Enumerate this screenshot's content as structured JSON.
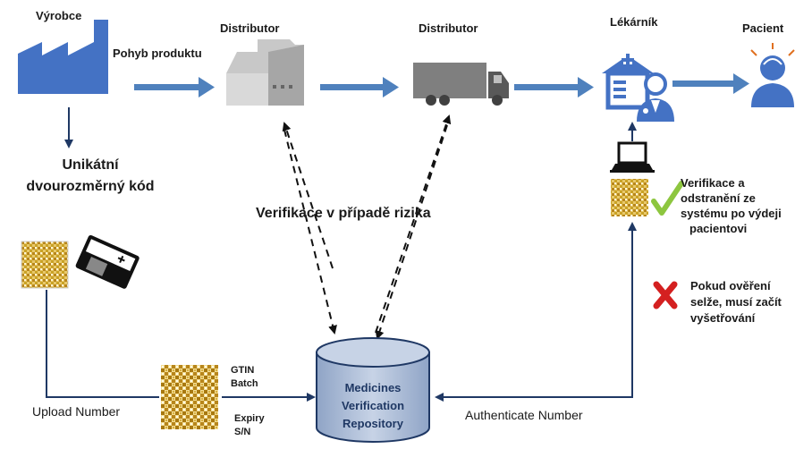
{
  "nodes": {
    "manufacturer": "Výrobce",
    "distributor_1": "Distributor",
    "distributor_2": "Distributor",
    "pharmacist": "Lékárník",
    "patient": "Pacient"
  },
  "labels": {
    "product_movement": "Pohyb produktu",
    "unique_code_line1": "Unikátní",
    "unique_code_line2": "dvourozměrný kód",
    "risk_verification": "Verifikace v případě rizika",
    "verify_line1": "Verifikace a",
    "verify_line2": "odstranění ze",
    "verify_line3": "systému po výdeji",
    "verify_line4": "pacientovi",
    "fail_line1": "Pokud ověření",
    "fail_line2": "selže, musí začít",
    "fail_line3": "vyšetřování",
    "gtin": "GTIN",
    "batch": "Batch",
    "expiry": "Expiry",
    "sn": "S/N",
    "upload_number": "Upload Number",
    "authenticate_number": "Authenticate Number"
  },
  "repository": {
    "line1": "Medicines",
    "line2": "Verification",
    "line3": "Repository"
  },
  "colors": {
    "arrow_blue": "#4f81bd",
    "factory_blue": "#4472c4",
    "cylinder_fill": "#b4c4dc",
    "cylinder_stroke": "#1f3864",
    "code_gold": "#c9a227",
    "check_green": "#8dc63f",
    "cross_red": "#d42020",
    "line_dark": "#1f3864"
  },
  "icons": [
    "factory-icon",
    "warehouse-icon",
    "truck-icon",
    "pharmacy-icon",
    "pharmacist-icon",
    "patient-icon",
    "laptop-icon",
    "datamatrix-icon",
    "check-icon",
    "cross-icon",
    "medicine-pack-icon",
    "database-icon"
  ]
}
